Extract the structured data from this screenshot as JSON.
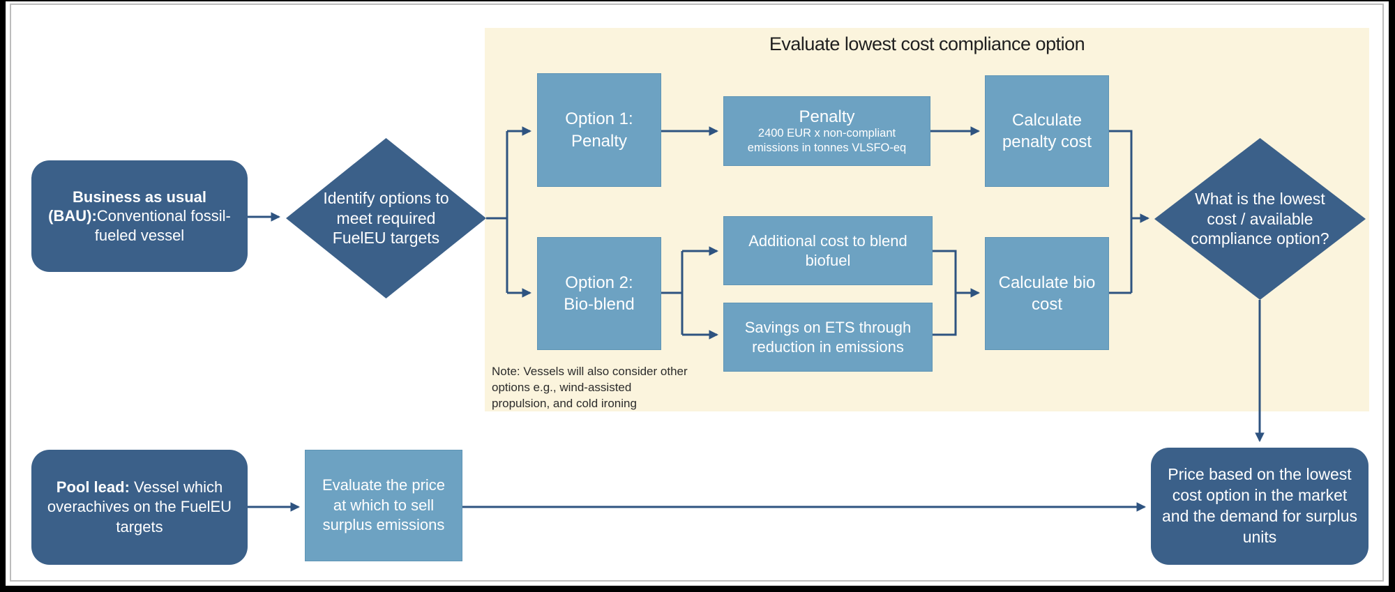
{
  "diagram": {
    "panel_title": "Evaluate lowest cost compliance option",
    "nodes": {
      "bau": {
        "bold": "Business as usual (BAU):",
        "text": "Conventional fossil-fueled vessel"
      },
      "identify": "Identify options to meet required FuelEU targets",
      "option1_line1": "Option 1:",
      "option1_line2": "Penalty",
      "penalty": {
        "title": "Penalty",
        "subtitle": "2400 EUR x non-compliant emissions in tonnes VLSFO-eq"
      },
      "calc_penalty": "Calculate penalty cost",
      "option2_line1": "Option 2:",
      "option2_line2": "Bio-blend",
      "additional_cost": "Additional cost to blend biofuel",
      "savings_ets": "Savings on ETS through reduction in emissions",
      "calc_bio": "Calculate bio cost",
      "lowest_cost": "What is the lowest cost / available compliance option?",
      "note": "Note: Vessels will also consider other options e.g., wind-assisted propulsion, and cold ironing",
      "pool": {
        "bold": "Pool lead:",
        "text": " Vessel which overachives on the FuelEU targets"
      },
      "evaluate_price": "Evaluate the price at which to sell surplus emissions",
      "price": "Price based on the lowest cost option in the market and the demand for surplus units"
    },
    "colors": {
      "dark_blue": "#3B6089",
      "light_blue": "#6DA2C2",
      "panel_beige": "#FBF4DD",
      "connector": "#2E5380",
      "frame_black": "#000000"
    }
  }
}
